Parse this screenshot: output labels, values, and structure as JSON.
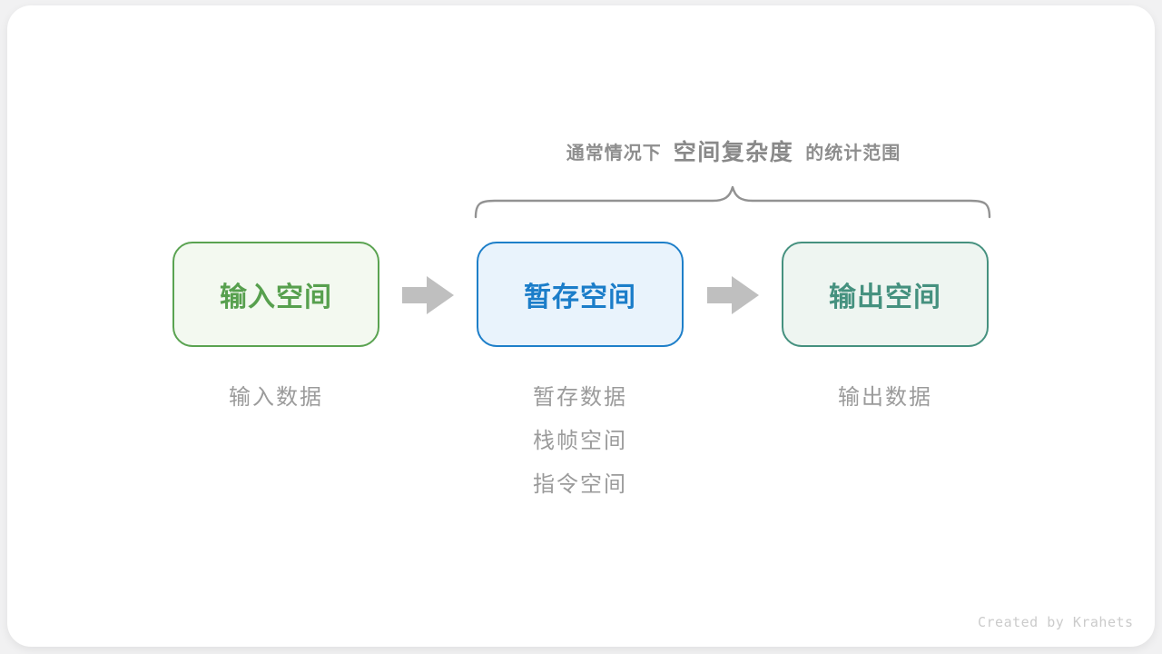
{
  "page": {
    "background_color": "#f1f1f2",
    "card_background_color": "#ffffff"
  },
  "header": {
    "prefix": "通常情况下",
    "highlight": "空间复杂度",
    "suffix": "的统计范围",
    "text_color": "#8e8e8e"
  },
  "brace": {
    "color": "#929292"
  },
  "arrow": {
    "color": "#bfbfbf"
  },
  "boxes": [
    {
      "label": "输入空间",
      "text_color": "#57a04e",
      "border_color": "#5aa351",
      "bg_color": "#f3f9f0"
    },
    {
      "label": "暂存空间",
      "text_color": "#1b7dc9",
      "border_color": "#1e7fc9",
      "bg_color": "#e9f3fc"
    },
    {
      "label": "输出空间",
      "text_color": "#45917f",
      "border_color": "#45917f",
      "bg_color": "#eef5f1"
    }
  ],
  "notes": [
    {
      "lines": [
        "输入数据"
      ]
    },
    {
      "lines": [
        "暂存数据",
        "栈帧空间",
        "指令空间"
      ]
    },
    {
      "lines": [
        "输出数据"
      ]
    }
  ],
  "notes_color": "#9b9b9b",
  "credit": {
    "text": "Created by Krahets",
    "color": "#cbcbcb"
  }
}
